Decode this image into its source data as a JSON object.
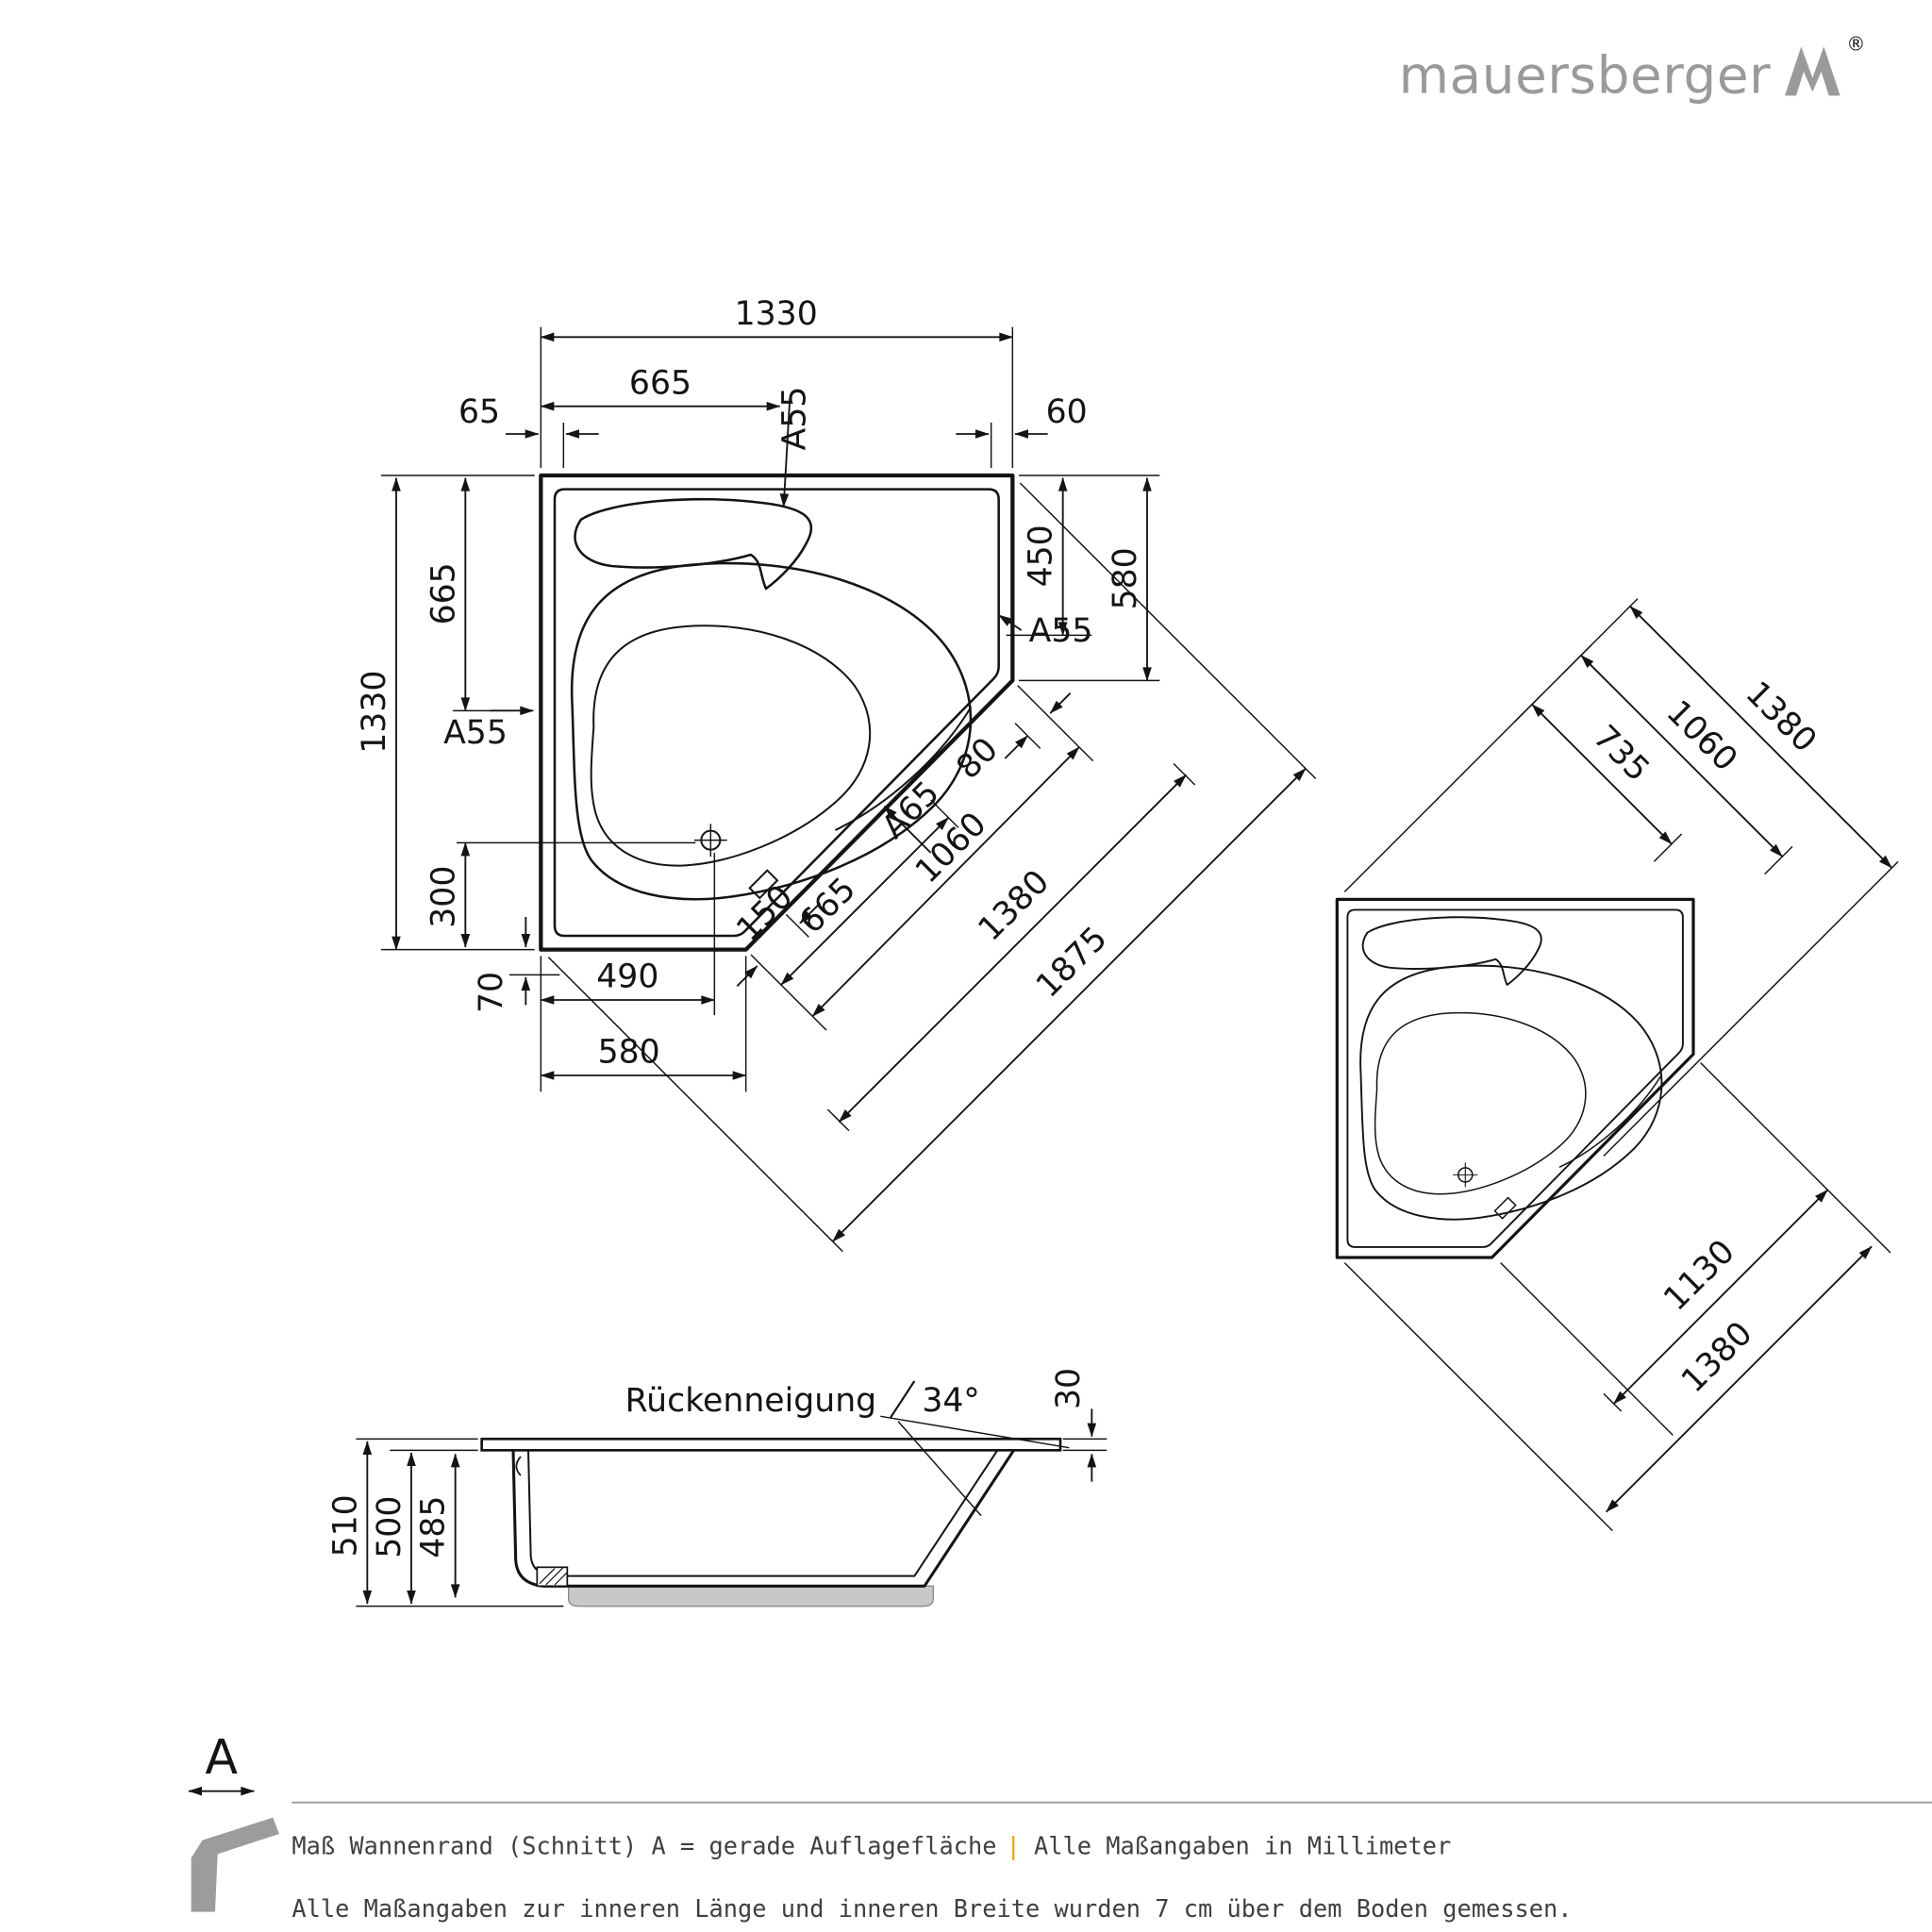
{
  "brand": {
    "name": "mauersberger",
    "registered": "®"
  },
  "top_view": {
    "width_total": "1330",
    "width_half": "665",
    "offset_left": "65",
    "offset_right": "60",
    "fitting_top": "A55",
    "right_depth": "450",
    "right_edge": "580",
    "fitting_right": "A55",
    "left_half": "665",
    "height_total": "1330",
    "fitting_left": "A55",
    "drain_y": "300",
    "drain_edge": "70",
    "drain_x": "490",
    "bottom_edge": "580",
    "diag_80": "80",
    "fitting_diag": "A65",
    "diag_150": "150",
    "diag_665": "665",
    "diag_1060": "1060",
    "diag_1380": "1380",
    "diag_1875": "1875"
  },
  "inner_view": {
    "outer_diag": "1380",
    "inner_1060": "1060",
    "inner_735": "735",
    "inner_1130": "1130",
    "bottom_1380": "1380"
  },
  "section_view": {
    "back_slope_label": "Rückenneigung",
    "angle": "34°",
    "rim_30": "30",
    "h_510": "510",
    "h_500": "500",
    "h_485": "485"
  },
  "legend": {
    "letter": "A",
    "note1a": "Maß Wannenrand (Schnitt) A = gerade Auflagefläche",
    "sep": "|",
    "note1b": "Alle Maßangaben in Millimeter",
    "note2": "Alle Maßangaben zur inneren Länge und inneren Breite wurden 7 cm über dem Boden gemessen."
  },
  "colors": {
    "ink": "#141414",
    "brand_gray": "#9a9a9a",
    "accent": "#e8a400",
    "base_gray": "#c8c8c8"
  }
}
